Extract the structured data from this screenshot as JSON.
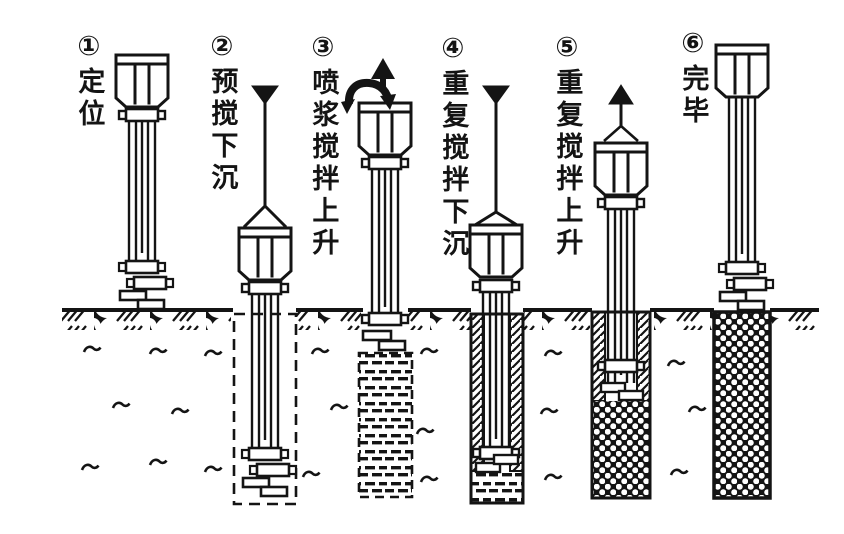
{
  "diagram": {
    "steps": [
      {
        "number": "①",
        "text": "定位",
        "label": "①定位"
      },
      {
        "number": "②",
        "text": "预搅下沉",
        "label": "②预搅下沉"
      },
      {
        "number": "③",
        "text": "喷浆搅拌上升",
        "label": "③喷浆搅拌上升"
      },
      {
        "number": "④",
        "text": "重复搅拌下沉",
        "label": "④重复搅拌下沉"
      },
      {
        "number": "⑤",
        "text": "重复搅拌上升",
        "label": "⑤重复搅拌上升"
      },
      {
        "number": "⑥",
        "text": "完毕",
        "label": "⑥完毕"
      }
    ],
    "colors": {
      "ink": "#141414",
      "background": "#ffffff"
    }
  }
}
